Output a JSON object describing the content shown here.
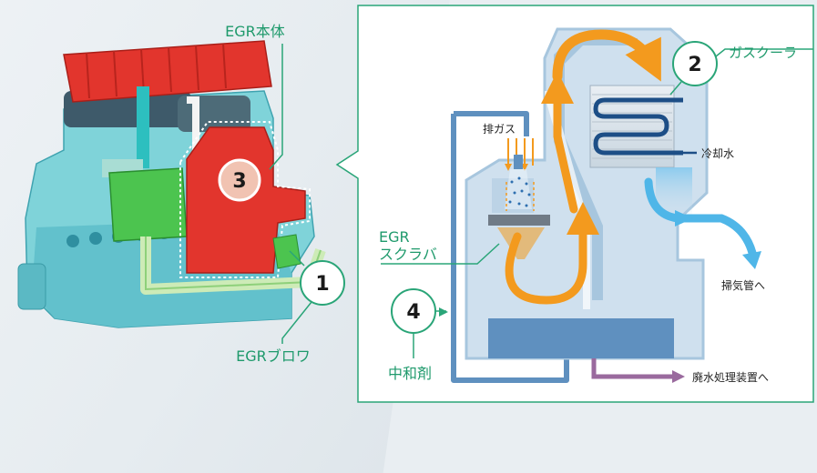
{
  "labels": {
    "egr_body": "EGR本体",
    "egr_blower": "EGRブロワ",
    "exhaust_gas": "排ガス",
    "egr_scrubber_line1": "EGR",
    "egr_scrubber_line2": "スクラバ",
    "neutralizer": "中和剤",
    "gas_cooler": "ガスクーラ",
    "cooling_water": "冷却水",
    "scavenging_pipe": "掃気管へ",
    "wastewater": "廃水処理装置へ"
  },
  "markers": [
    "1",
    "2",
    "3",
    "4"
  ],
  "colors": {
    "accent_green": "#2aa578",
    "label_green": "#1f9a6c",
    "gas_orange": "#f39a1e",
    "flow_blue": "#4fb6e8",
    "vessel_light": "#cfe0ee",
    "vessel_dark": "#a7c6de",
    "water_blue": "#5f90bf",
    "coil_navy": "#1d4e86",
    "waste_purple": "#9a6a9e"
  }
}
